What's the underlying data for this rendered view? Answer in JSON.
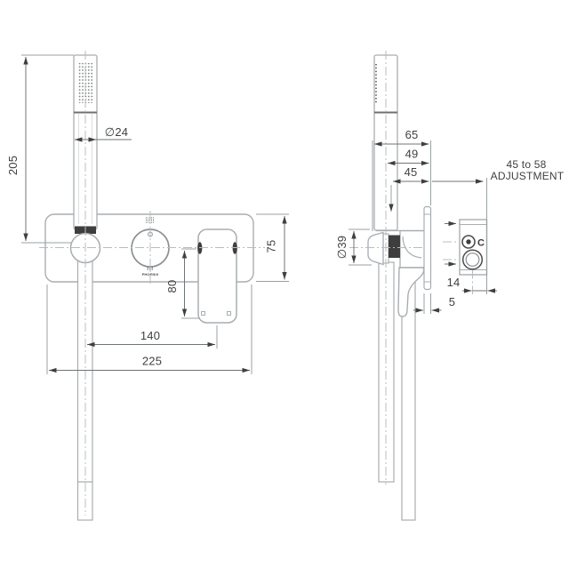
{
  "colors": {
    "outline": "#a9adb0",
    "dimension_text": "#3f3f3f",
    "knurl": "#3e3e3e",
    "background": "#ffffff"
  },
  "front_view": {
    "brand": "PHOENIX",
    "dims": {
      "shower_height": "205",
      "head_diameter": "∅24",
      "plate_height": "75",
      "handle_drop": "80",
      "spacing": "140",
      "plate_width": "225"
    }
  },
  "side_view": {
    "valve_label": "C",
    "adjustment_line1": "45 to 58",
    "adjustment_line2": "ADJUSTMENT",
    "dims": {
      "depth_face": "65",
      "depth_hose": "49",
      "depth_holder": "45",
      "holder_diameter": "∅39",
      "valve_depth": "14",
      "plate_thickness": "5"
    }
  }
}
